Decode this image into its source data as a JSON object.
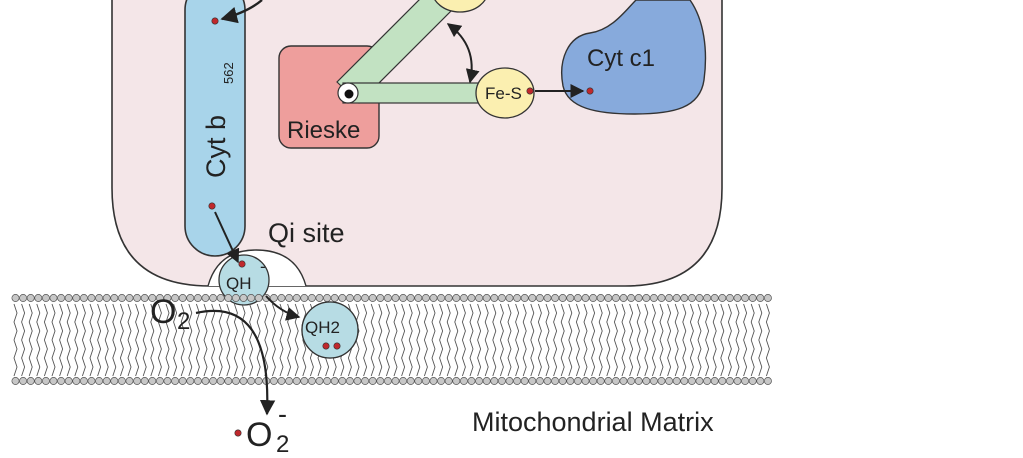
{
  "labels": {
    "cyt_b": "Cyt b",
    "cyt_b_sub": "562",
    "rieske": "Rieske",
    "fe_s": "Fe-S",
    "cyt_c1": "Cyt c1",
    "qi_site": "Qi site",
    "qh_minus": "QH",
    "qh_minus_charge": "-",
    "qh2": "QH2",
    "o2": "O",
    "o2_sub": "2",
    "superoxide": "O",
    "superoxide_sub": "2",
    "superoxide_charge": "-",
    "matrix": "Mitochondrial Matrix"
  },
  "colors": {
    "complex_fill": "#f4e6e8",
    "cyt_b_fill": "#a8d4ea",
    "rieske_fill": "#ee9e9c",
    "arm_fill": "#c2e2c2",
    "fe_s_fill": "#fbefb0",
    "cyt_c1_fill": "#87aadc",
    "quinone_fill": "#b7dce4",
    "electron": "#c0282c",
    "membrane_head": "#c7c7c7",
    "outline": "#333333"
  }
}
